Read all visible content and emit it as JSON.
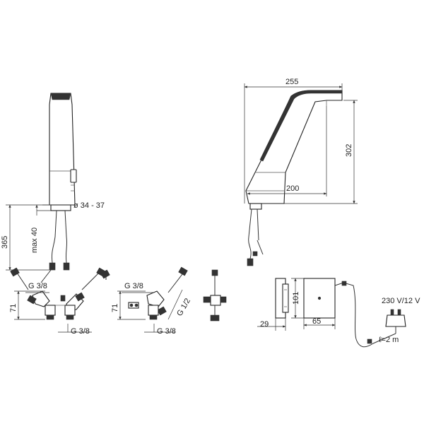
{
  "dimensions": {
    "front_height": "365",
    "max_clearance": "max 40",
    "hole_diameter": "ø 34 - 37",
    "side_length": "255",
    "side_height": "302",
    "side_spout_reach": "200",
    "valve_left_height": "71",
    "valve_left_top_thread": "G 3/8",
    "valve_left_bottom_thread": "G 3/8",
    "valve_mid_height": "71",
    "valve_mid_top_thread": "G 3/8",
    "valve_mid_side_thread": "G 1/2",
    "valve_mid_bottom_thread": "G 3/8",
    "box_depth": "29",
    "box_height": "101",
    "box_width": "65",
    "power_supply": "230 V/12 V",
    "cable_length": "ℓ=2 m"
  }
}
